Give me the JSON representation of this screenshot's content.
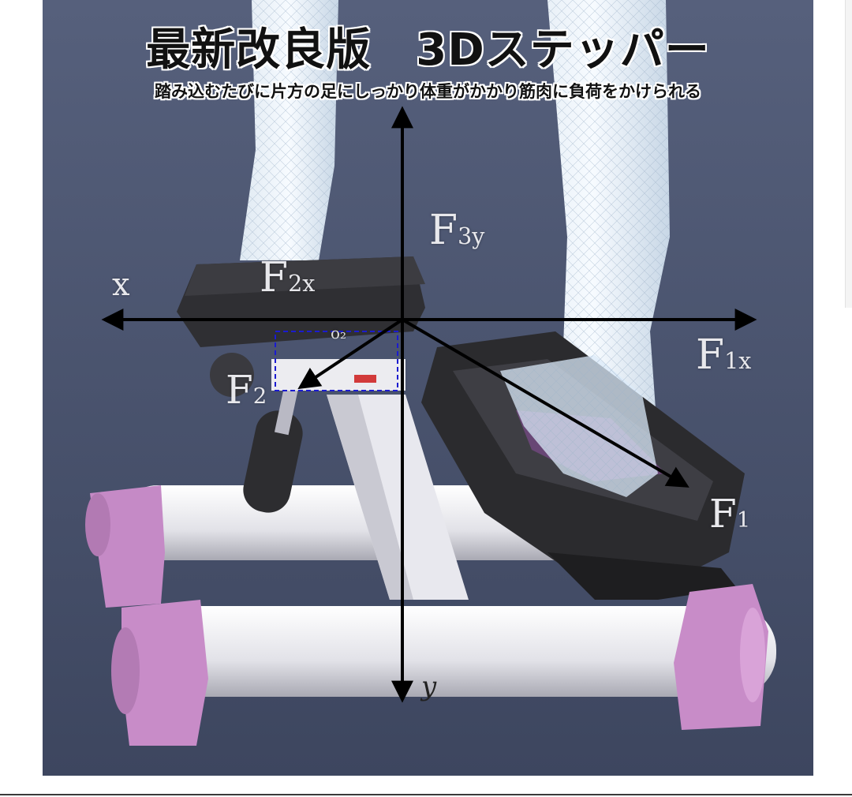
{
  "image": {
    "title": "最新改良版　3Dステッパー",
    "subtitle": "踏み込むたびに片方の足にしっかり体重がかかり筋肉に負荷をかけられる"
  },
  "diagram_labels": {
    "f3y": {
      "main": "F",
      "sub": "3y"
    },
    "f2x": {
      "main": "F",
      "sub": "2x"
    },
    "f1x": {
      "main": "F",
      "sub": "1x"
    },
    "f2": {
      "main": "F",
      "sub": "2"
    },
    "f1": {
      "main": "F",
      "sub": "1"
    },
    "x_axis": "x",
    "y_axis": "y",
    "angle": "o₂"
  },
  "colors": {
    "background": "#4a5470",
    "stepper_frame": "#e9e9ee",
    "stepper_feet": "#c989c9",
    "pedal": "#2b2b2e",
    "arrows": "#000000"
  }
}
